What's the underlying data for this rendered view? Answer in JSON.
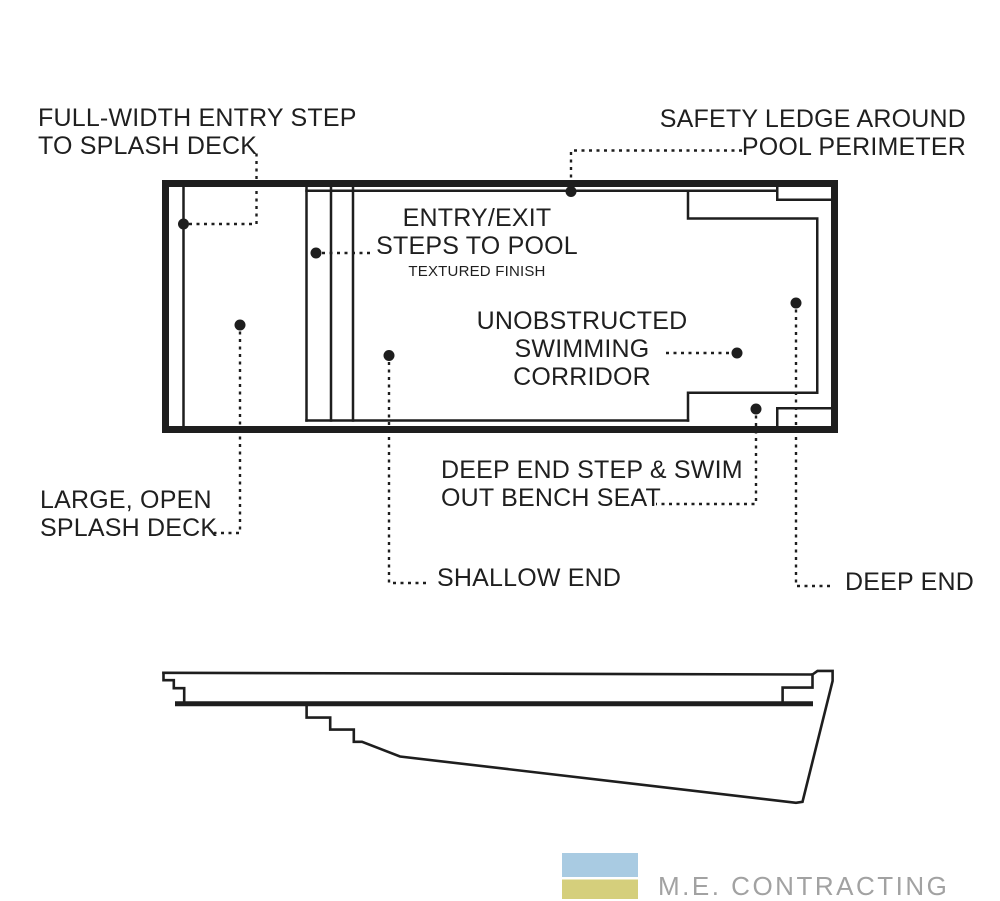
{
  "page": {
    "background": "#ffffff"
  },
  "diagram": {
    "type": "fiberglass-pool-floor-plan-and-side-profile",
    "line_color": "#1e1e1e"
  },
  "labels": {
    "full_width_entry_step": "FULL-WIDTH ENTRY STEP\nTO SPLASH DECK",
    "safety_ledge": "SAFETY LEDGE AROUND\nPOOL PERIMETER",
    "entry_exit_steps": "ENTRY/EXIT\nSTEPS TO POOL",
    "textured_finish": "TEXTURED FINISH",
    "swimming_corridor": "UNOBSTRUCTED\nSWIMMING\nCORRIDOR",
    "deep_end_bench": "DEEP END STEP & SWIM\nOUT BENCH SEAT",
    "splash_deck": "LARGE, OPEN\nSPLASH DECK",
    "shallow_end": "SHALLOW END",
    "deep_end": "DEEP END"
  },
  "footer": {
    "brand": "M.E. CONTRACTING",
    "brand_color": "#a2a2a2",
    "logo": {
      "top_color": "#a9cbe2",
      "bottom_color": "#d5cf7c"
    }
  }
}
